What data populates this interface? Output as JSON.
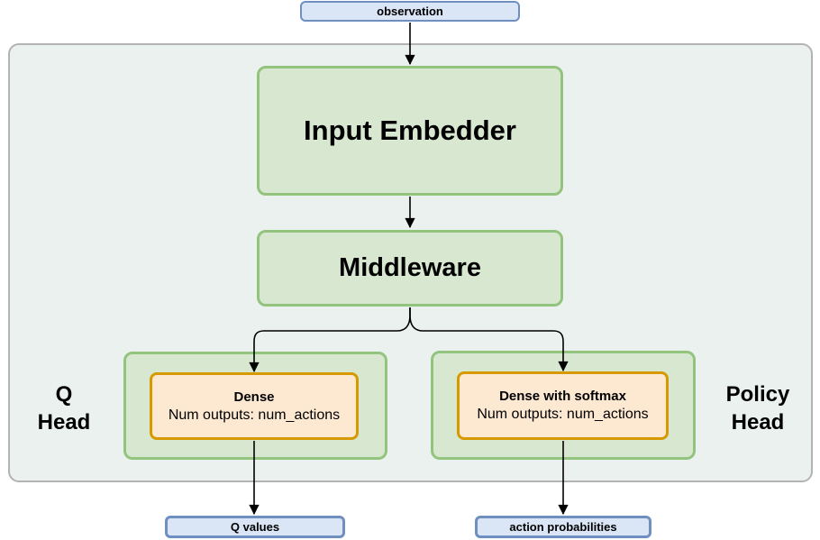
{
  "colors": {
    "canvas_fill": "#eaf1ee",
    "canvas_border": "#b3b3b3",
    "green_fill": "#d8e8d0",
    "green_border": "#93c47d",
    "orange_fill": "#fde8d2",
    "orange_border": "#d69a00",
    "blue_fill": "#dae6f6",
    "blue_border": "#6f8fc0",
    "arrow_color": "#000000",
    "text_color": "#000000"
  },
  "diagram": {
    "observation": {
      "label": "observation"
    },
    "input_embedder": {
      "label": "Input Embedder"
    },
    "middleware": {
      "label": "Middleware"
    },
    "q_head": {
      "label_line1": "Q",
      "label_line2": "Head",
      "dense": {
        "title": "Dense",
        "subtitle": "Num outputs: num_actions"
      }
    },
    "policy_head": {
      "label_line1": "Policy",
      "label_line2": "Head",
      "dense": {
        "title": "Dense with softmax",
        "subtitle": "Num outputs: num_actions"
      }
    },
    "outputs": {
      "q_values": {
        "label": "Q values"
      },
      "action_probabilities": {
        "label": "action probabilities"
      }
    }
  }
}
